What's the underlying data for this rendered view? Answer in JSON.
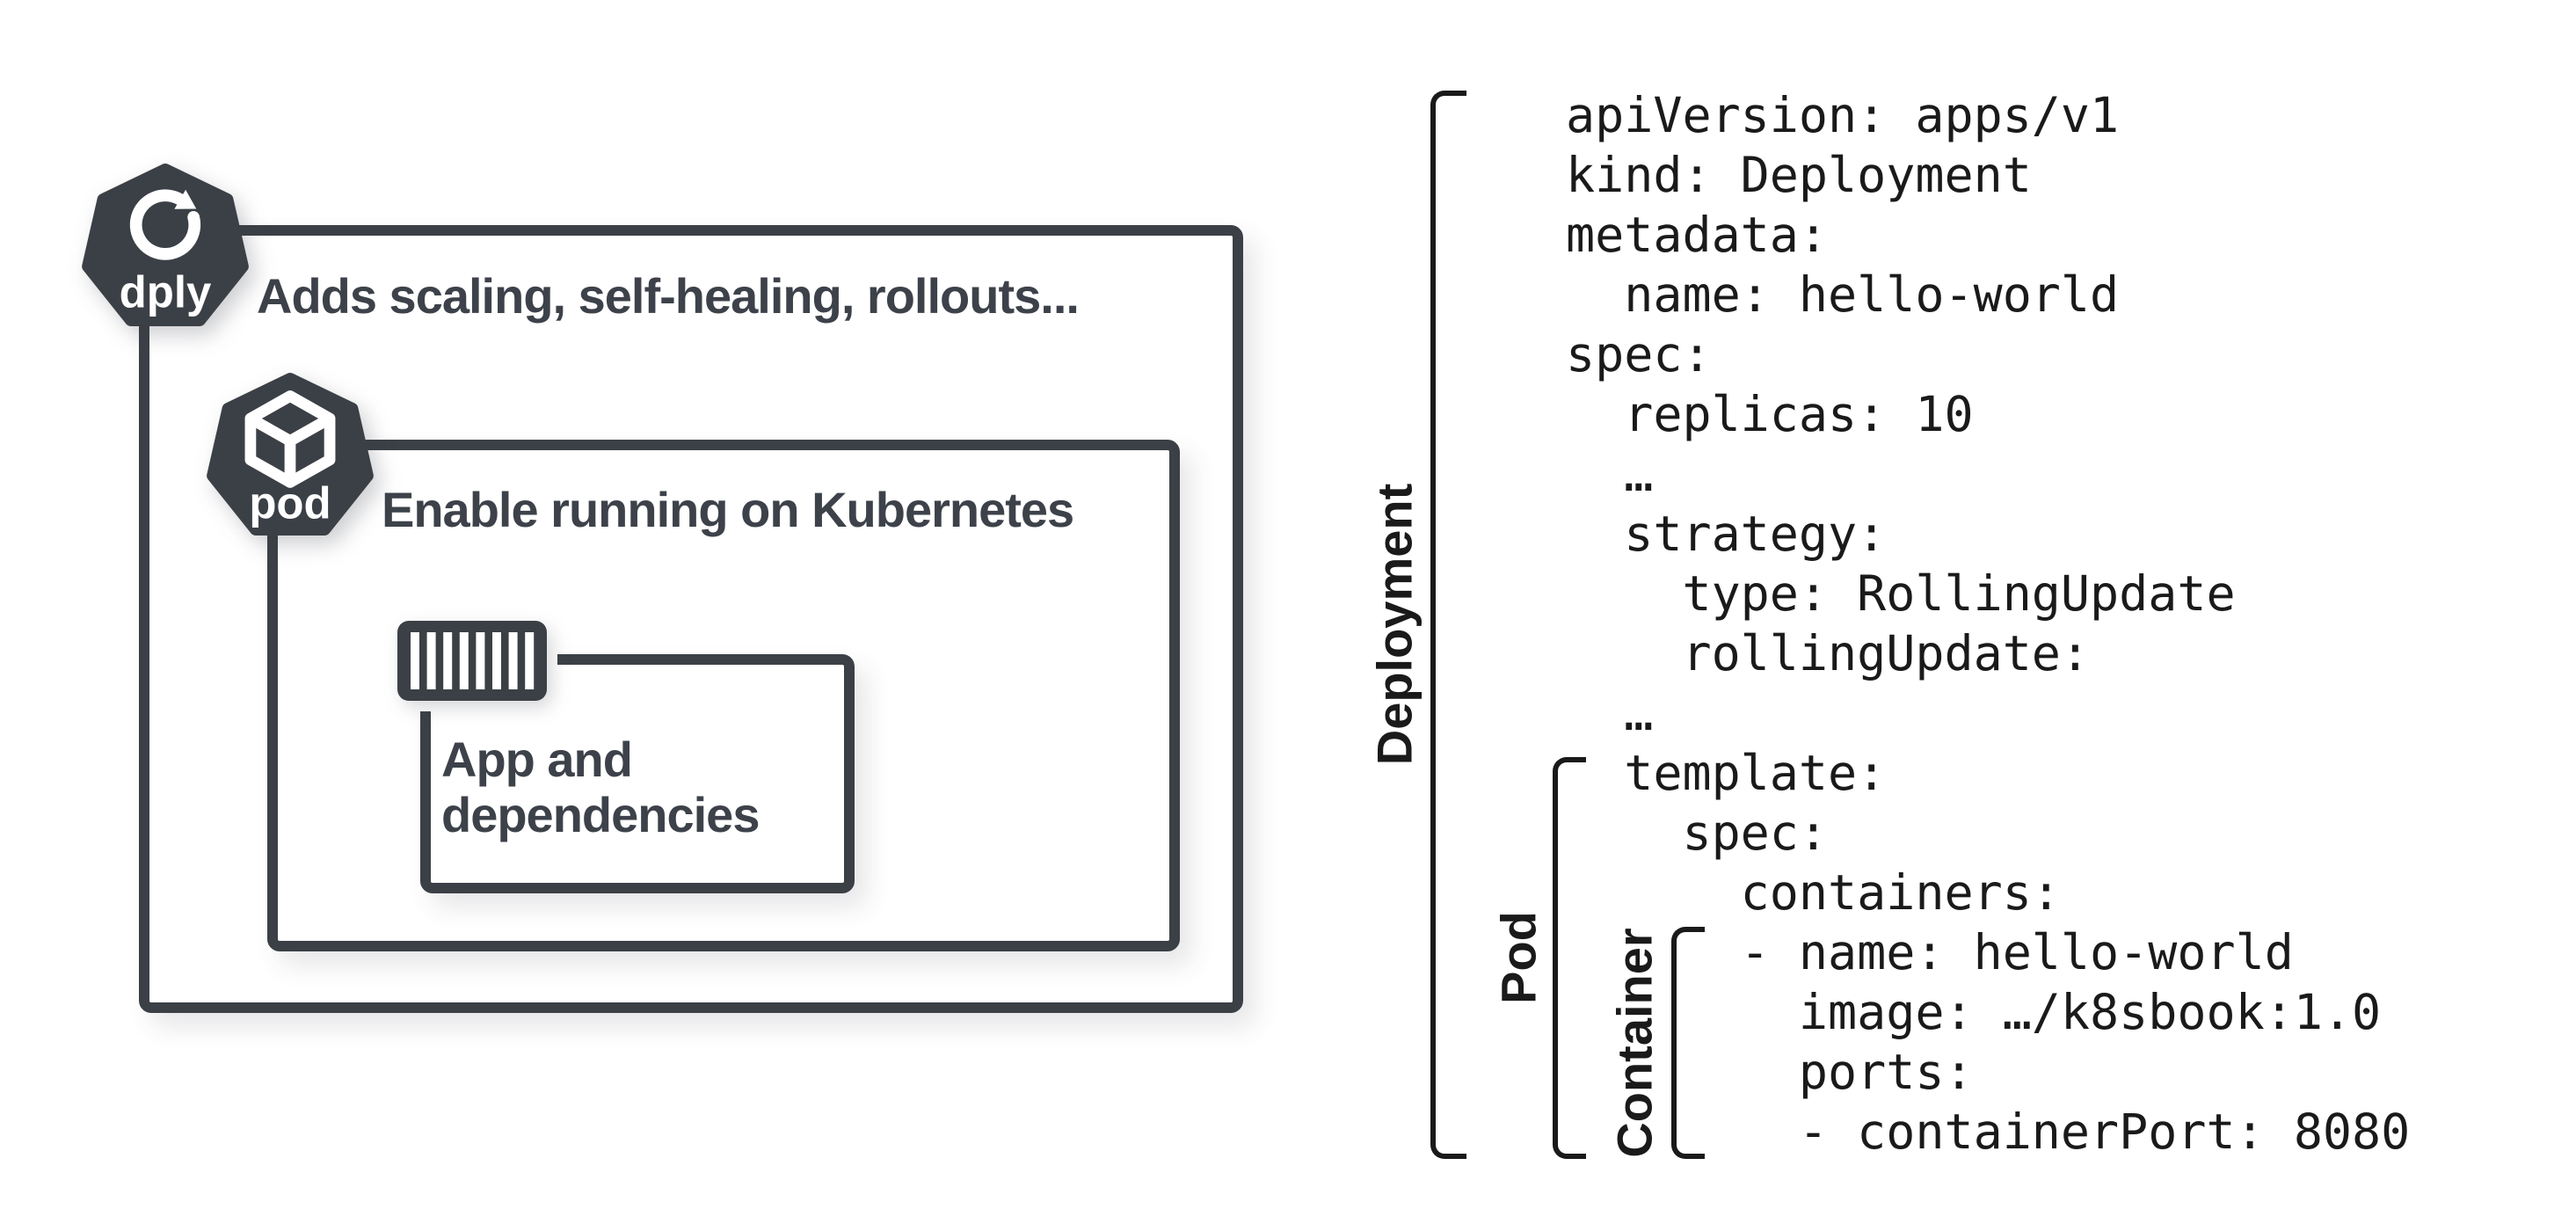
{
  "colors": {
    "slate": "#3b4046",
    "ink": "#1a1a1a",
    "background": "#ffffff"
  },
  "diagram": {
    "deployment": {
      "icon_label": "dply",
      "caption": "Adds scaling, self-healing, rollouts..."
    },
    "pod": {
      "icon_label": "pod",
      "caption": "Enable running on Kubernetes"
    },
    "container": {
      "caption_line1": "App and",
      "caption_line2": "dependencies"
    }
  },
  "yaml": {
    "lines": [
      "apiVersion: apps/v1",
      "kind: Deployment",
      "metadata:",
      "  name: hello-world",
      "spec:",
      "  replicas: 10",
      "  …",
      "  strategy:",
      "    type: RollingUpdate",
      "    rollingUpdate:",
      "  …",
      "  template:",
      "    spec:",
      "      containers:",
      "      - name: hello-world",
      "        image: …/k8sbook:1.0",
      "        ports:",
      "        - containerPort: 8080"
    ]
  },
  "brackets": {
    "deployment": "Deployment",
    "pod": "Pod",
    "container": "Container"
  }
}
